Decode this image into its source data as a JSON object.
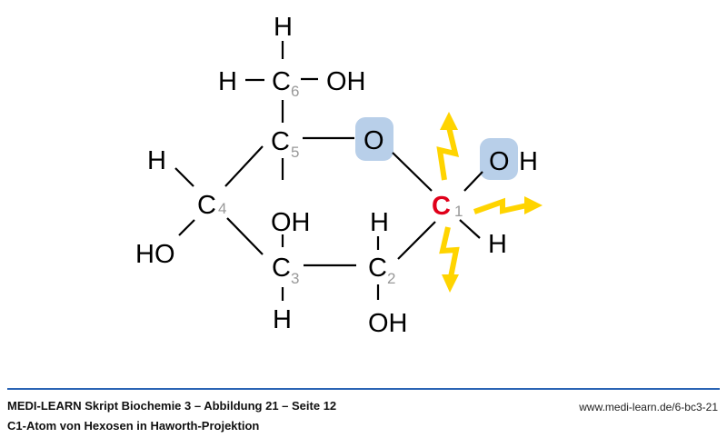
{
  "diagram": {
    "atoms": {
      "c6": {
        "symbol": "C",
        "index": "6",
        "top_h": "H",
        "left_h": "H",
        "right_oh": "OH"
      },
      "c5": {
        "symbol": "C",
        "index": "5"
      },
      "ring_o": {
        "symbol": "O"
      },
      "c4": {
        "symbol": "C",
        "index": "4",
        "h": "H",
        "oh": "HO"
      },
      "c3": {
        "symbol": "C",
        "index": "3",
        "oh": "OH",
        "h": "H"
      },
      "c2": {
        "symbol": "C",
        "index": "2",
        "h": "H",
        "oh": "OH"
      },
      "c1": {
        "symbol": "C",
        "index": "1",
        "o": "O",
        "oh_h": "H",
        "h": "H"
      }
    },
    "colors": {
      "highlight_c1": "#e0001a",
      "oxygen_highlight": "#b8cfe9",
      "arrows": "#ffd400",
      "index": "#999999"
    }
  },
  "footer": {
    "title": "MEDI-LEARN Skript Biochemie 3 – Abbildung 21 – Seite 12",
    "subtitle": "C1-Atom von Hexosen in Haworth-Projektion",
    "url": "www.medi-learn.de/6-bc3-21"
  }
}
